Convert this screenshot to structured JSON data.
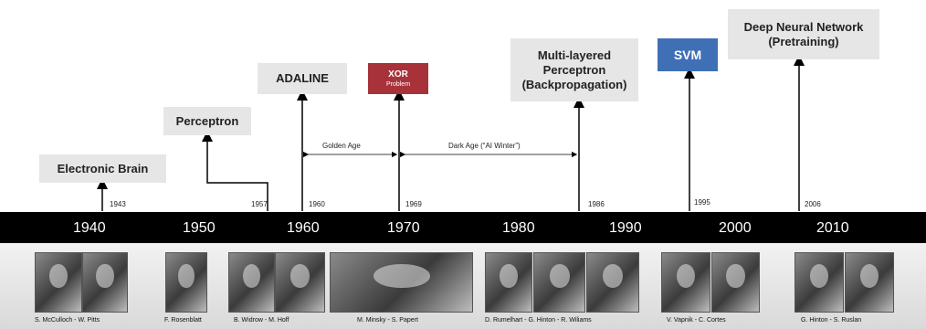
{
  "milestones": {
    "electronic_brain": "Electronic Brain",
    "perceptron": "Perceptron",
    "adaline": "ADALINE",
    "xor": "XOR",
    "xor_sub": "Problem",
    "mlp_line1": "Multi-layered",
    "mlp_line2": "Perceptron",
    "mlp_line3": "(Backpropagation)",
    "svm": "SVM",
    "dnn_line1": "Deep Neural Network",
    "dnn_line2": "(Pretraining)"
  },
  "years": {
    "y1943": "1943",
    "y1957": "1957",
    "y1960": "1960",
    "y1969": "1969",
    "y1986": "1986",
    "y1995": "1995",
    "y2006": "2006"
  },
  "eras": {
    "golden": "Golden Age",
    "dark": "Dark Age (“AI Winter”)"
  },
  "decades": [
    "1940",
    "1950",
    "1960",
    "1970",
    "1980",
    "1990",
    "2000",
    "2010"
  ],
  "people": {
    "mcculloch": "S. McCulloch - W. Pitts",
    "rosenblatt": "F. Rosenblatt",
    "widrow": "B. Widrow - M. Hoff",
    "minsky": "M. Minsky - S. Papert",
    "rumelhart": "D. Rumelhart - G. Hinton - R. Wiliams",
    "vapnik": "V. Vapnik - C. Cortes",
    "hinton": "G. Hinton - S. Ruslan"
  },
  "colors": {
    "xor_box": "#a8323a",
    "svm_box": "#3f6fb5",
    "timeline_bar": "#000000"
  }
}
